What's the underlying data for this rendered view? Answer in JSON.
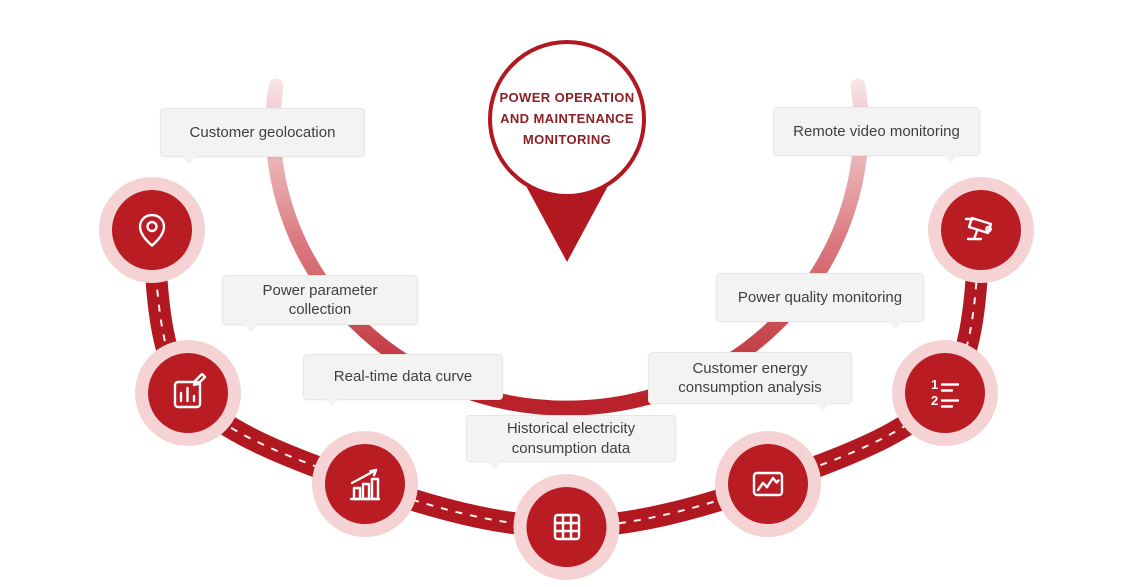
{
  "title": {
    "lines": [
      "POWER OPERATION",
      "AND MAINTENANCE",
      "MONITORING"
    ]
  },
  "nodes": [
    {
      "id": "customer-geolocation",
      "icon": "location-pin-icon",
      "label": "Customer geolocation"
    },
    {
      "id": "power-parameter-collection",
      "icon": "parameter-report-icon",
      "label": "Power parameter collection"
    },
    {
      "id": "real-time-data-curve",
      "icon": "bar-chart-growth-icon",
      "label": "Real-time data curve"
    },
    {
      "id": "historical-electricity-consumption-data",
      "icon": "data-table-icon",
      "label": "Historical electricity consumption data"
    },
    {
      "id": "customer-energy-consumption-analysis",
      "icon": "trend-wave-icon",
      "label": "Customer energy consumption analysis"
    },
    {
      "id": "power-quality-monitoring",
      "icon": "numbered-list-icon",
      "label": "Power quality monitoring"
    },
    {
      "id": "remote-video-monitoring",
      "icon": "cctv-camera-icon",
      "label": "Remote video monitoring"
    }
  ],
  "colors": {
    "primary_red": "#b91c23",
    "band_red": "#b21820",
    "halo_pink": "#f5d3d5",
    "label_bg": "#f3f3f4",
    "label_text": "#3f3f3f",
    "title_text": "#8a2124"
  }
}
